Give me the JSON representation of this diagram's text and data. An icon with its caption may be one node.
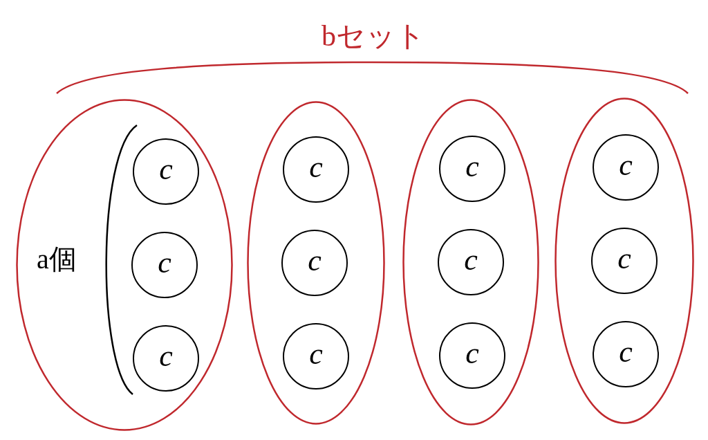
{
  "diagram": {
    "nodes": [
      {
        "text": [],
        "shape": "ellipse"
      },
      {
        "text": [
          "c"
        ],
        "in": 0
      },
      {
        "text": [
          "c"
        ],
        "in": 0
      },
      {
        "text": [
          "c"
        ],
        "in": 0
      },
      {
        "text": [],
        "shape": "ellipse"
      },
      {
        "text": [
          "c"
        ],
        "in": 4
      },
      {
        "text": [
          "c"
        ],
        "in": 4
      },
      {
        "text": [
          "c"
        ],
        "in": 4
      },
      {
        "text": [],
        "shape": "ellipse"
      },
      {
        "text": [
          "c"
        ],
        "in": 8
      },
      {
        "text": [
          "c"
        ],
        "in": 8
      },
      {
        "text": [
          "c"
        ],
        "in": 8
      },
      {
        "text": [],
        "shape": "ellipse"
      },
      {
        "text": [
          "c"
        ],
        "in": 12
      },
      {
        "text": [
          "c"
        ],
        "in": 12
      },
      {
        "text": [
          "c"
        ],
        "in": 12
      }
    ],
    "labels": [
      "bセット",
      "a個"
    ]
  }
}
